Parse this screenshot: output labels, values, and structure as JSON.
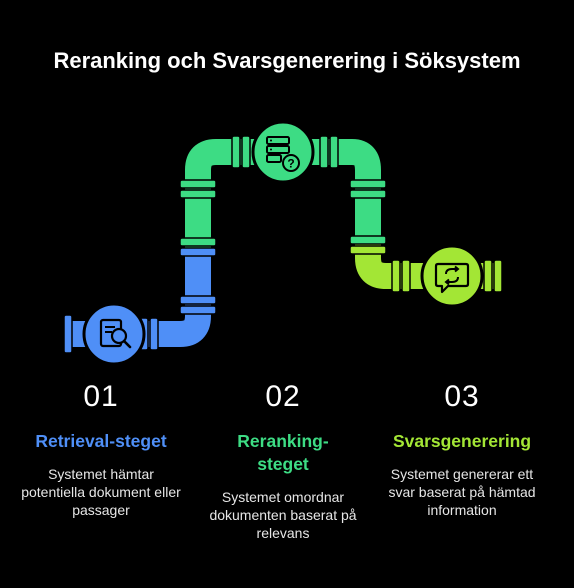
{
  "title": "Reranking och Svarsgenerering i Söksystem",
  "colors": {
    "blue": "#4f8ff7",
    "green": "#3ddc84",
    "lime": "#a3e635",
    "background": "#000000"
  },
  "steps": [
    {
      "number": "01",
      "heading": "Retrieval-steget",
      "description": "Systemet hämtar potentiella dokument eller passager",
      "color": "#4f8ff7",
      "icon": "document-search-icon"
    },
    {
      "number": "02",
      "heading": "Reranking-steget",
      "description": "Systemet omordnar dokumenten baserat på relevans",
      "color": "#3ddc84",
      "icon": "server-question-icon"
    },
    {
      "number": "03",
      "heading": "Svarsgenerering",
      "description": "Systemet genererar ett svar baserat på hämtad information",
      "color": "#a3e635",
      "icon": "chat-refresh-icon"
    }
  ]
}
